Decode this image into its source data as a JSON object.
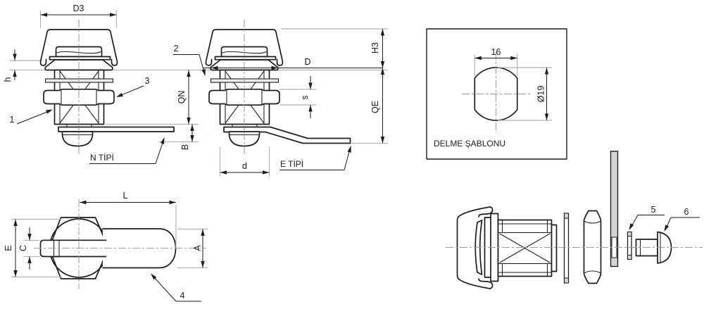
{
  "colors": {
    "line": "#1d1d1d",
    "dim_line": "#1d1d1d",
    "extension_line": "#b4b4b4",
    "center_line": "#9a9a9a",
    "washer_fill": "#ededed",
    "plate_fill": "#d4d4d4",
    "background": "#ffffff"
  },
  "views": {
    "n_type": {
      "type_label": "N TİPİ",
      "dims": {
        "cap_diameter": "D3",
        "cap_height": "h",
        "grip_length": "QN",
        "cam_offset": "B"
      },
      "callouts": {
        "body": "1",
        "nut": "3"
      }
    },
    "e_type": {
      "type_label": "E TİPİ",
      "dims": {
        "flange_diameter": "D",
        "panel_thickness": "s",
        "cap_height": "H3",
        "grip_length": "QE",
        "body_diameter": "d"
      },
      "callouts": {
        "washer": "2"
      }
    },
    "drill_template": {
      "title": "DELME ŞABLONU",
      "dims": {
        "across_flats": "16",
        "diameter": "Ø19"
      }
    },
    "cam_top_view": {
      "dims": {
        "cam_length": "L",
        "nut_width": "E",
        "slot_width": "C",
        "cam_width": "A"
      },
      "callouts": {
        "cam": "4"
      }
    },
    "exploded_view": {
      "callouts": {
        "washer": "5",
        "screw": "6"
      }
    }
  }
}
